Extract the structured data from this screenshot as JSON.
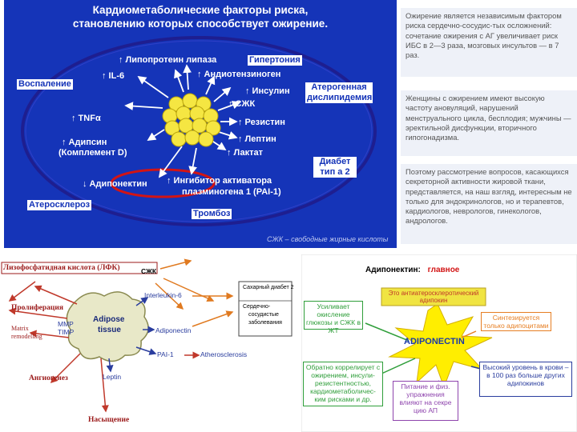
{
  "top_left": {
    "title_line1": "Кардиометаболические факторы риска,",
    "title_line2": "становлению которых способствует ожирение.",
    "labels": {
      "lipoprotein_lipase": "↑ Липопротеин липаза",
      "il6": "↑ IL-6",
      "angiotensinogen": "↑ Андиотензиноген",
      "insulin": "↑ Инсулин",
      "szhk": "↑ СЖК",
      "tnfa": "↑ TNFα",
      "resistin": "↑ Резистин",
      "adipsin_1": "↑ Адипсин",
      "adipsin_2": "(Комплемент D)",
      "leptin": "↑ Лептин",
      "lactate": "↑ Лактат",
      "adiponectin": "↓ Адипонектин",
      "pai_1": "↑ Ингибитор активатора",
      "pai_2": "плазминогена 1 (PAI-1)"
    },
    "boxes": {
      "hypertension": "Гипертония",
      "inflammation": "Воспаление",
      "dyslipidemia_1": "Атерогенная",
      "dyslipidemia_2": "дислипидемия",
      "diabetes_1": "Диабет",
      "diabetes_2": "тип а 2",
      "atherosclerosis": "Атеросклероз",
      "thrombosis": "Тромбоз"
    },
    "footnote": "СЖК – свободные жирные кислоты"
  },
  "top_right": {
    "p1": "Ожирение является независимым фактором риска сердечно-сосудис-тых осложнений: сочетание ожирения с АГ увеличивает риск ИБС в 2—3 раза, мозговых инсультов — в 7 раз.",
    "p2": "Женщины с ожирением имеют высокую частоту ановуляций, нарушений менструального цикла, бесплодия; мужчины — эректильной дисфункции, вторичного гипогонадизма.",
    "p3": "Поэтому рассмотрение вопросов, касающихся секреторной активности жировой ткани, представляется, на наш взгляд, интересным не только для эндокринологов, но и терапевтов, кардиологов, неврологов, гинекологов, андрологов."
  },
  "bottom_left": {
    "lpa": "Лизофосфатидная кислота (ЛФК)",
    "szhk": "СЖК",
    "proliferation": "Пролиферация",
    "matrix_1": "Matrix",
    "matrix_2": "remodelling",
    "mmp": "MMP",
    "timp": "TIMP",
    "angiogenesis": "Ангиогенез",
    "adipose_1": "Adipose",
    "adipose_2": "tissue",
    "interleukin": "Interleukin-6",
    "adiponectin": "Adiponectin",
    "pai": "PAI-1",
    "atherosclerosis": "Atherosclerosis",
    "leptin": "Leptin",
    "satiety": "Насыщение",
    "diabetes": "Сахарный диабет 2",
    "cardio_1": "Сердечно-",
    "cardio_2": "сосудистые",
    "cardio_3": "заболевания"
  },
  "bottom_right": {
    "header_black": "Адипонектин:",
    "header_red": "главное",
    "banner_1": "Это антиатеросклеротический",
    "banner_2": "адипокин",
    "star": "ADIPONECTIN",
    "box_left_top": "Усиливает окисление глюкозы и СЖК в ЖТ",
    "box_right_top": "Синтезируется только адипоцитами",
    "box_left_bottom": "Обратно коррелирует с ожирением, инсули-резистентностью, кардиометаболичес-ким рисками и др.",
    "box_mid_bottom": "Питание и физ. упражнения влияют на секре цию АП",
    "box_right_bottom": "Высокий уровень в крови – в 100 раз больше других адипокинов"
  }
}
